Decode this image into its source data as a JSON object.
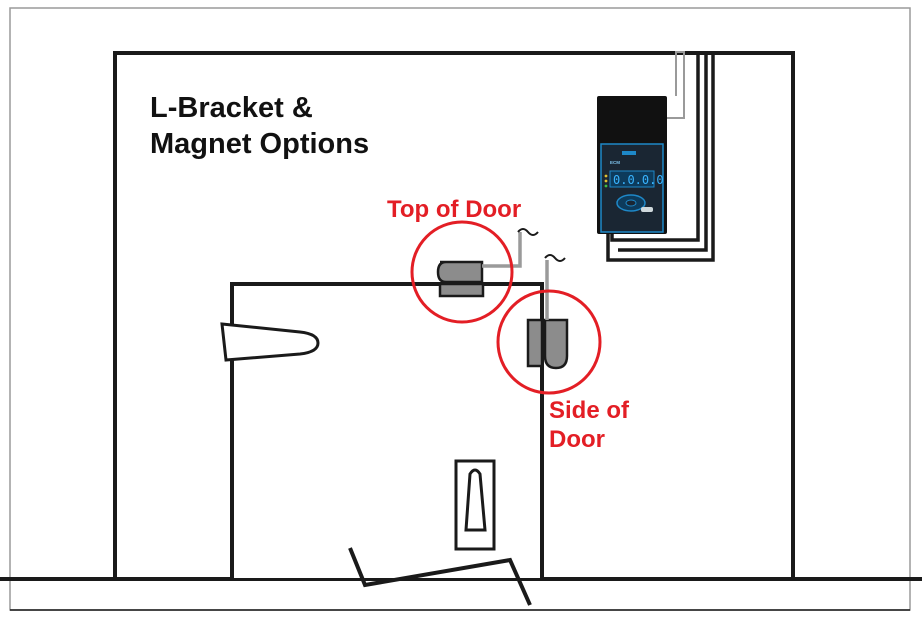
{
  "title": {
    "line1": "L-Bracket &",
    "line2": "Magnet Options"
  },
  "callouts": {
    "top_of_door": "Top of Door",
    "side_of_door_line1": "Side of",
    "side_of_door_line2": "Door"
  },
  "controller": {
    "name": "controller-unit",
    "display_text": "0.0.0.0",
    "header_text": "ECM"
  },
  "colors": {
    "callout_red": "#e31e25",
    "line": "#1a1a1a",
    "magnet_gray": "#8c8c8c",
    "controller_body": "#111111",
    "controller_accent": "#1e88c8"
  }
}
